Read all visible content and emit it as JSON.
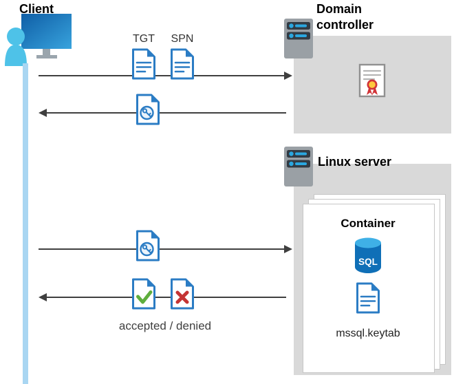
{
  "labels": {
    "client": "Client",
    "domain_controller": "Domain controller",
    "linux_server": "Linux server",
    "container": "Container",
    "tgt": "TGT",
    "spn": "SPN",
    "keytab": "mssql.keytab",
    "accepted_denied": "accepted / denied",
    "sql": "SQL"
  },
  "palette": {
    "doc_blue": "#2b7cc4",
    "doc_fill": "#ffffff",
    "gray_box": "#d9d9d9",
    "arrow": "#3f3f3f",
    "client_lifeline": "#a9d6f2",
    "check_green": "#5fae3d",
    "x_red": "#c43434",
    "sql_body_blue": "#0f6fb7",
    "sql_top_blue": "#3fb0e6",
    "server_gray": "#9aa0a5",
    "server_slot": "#323b44",
    "server_accent": "#2aa7e0",
    "cert_red": "#d13438",
    "cert_gold": "#ffc83d",
    "person_teal": "#4ec2e8",
    "monitor_blue_dark": "#0f5ea6",
    "monitor_blue_light": "#38a3dd"
  },
  "icons": [
    "client-icon",
    "server-icon",
    "certificate-icon",
    "tgt-document-icon",
    "spn-document-icon",
    "key-document-icon",
    "accepted-document-icon",
    "denied-document-icon",
    "sql-database-icon",
    "keytab-document-icon"
  ],
  "arrows": [
    {
      "id": "client-to-domain-controller",
      "direction": "right"
    },
    {
      "id": "domain-controller-to-client",
      "direction": "left"
    },
    {
      "id": "client-to-linux-server",
      "direction": "right"
    },
    {
      "id": "linux-server-to-client",
      "direction": "left"
    }
  ]
}
